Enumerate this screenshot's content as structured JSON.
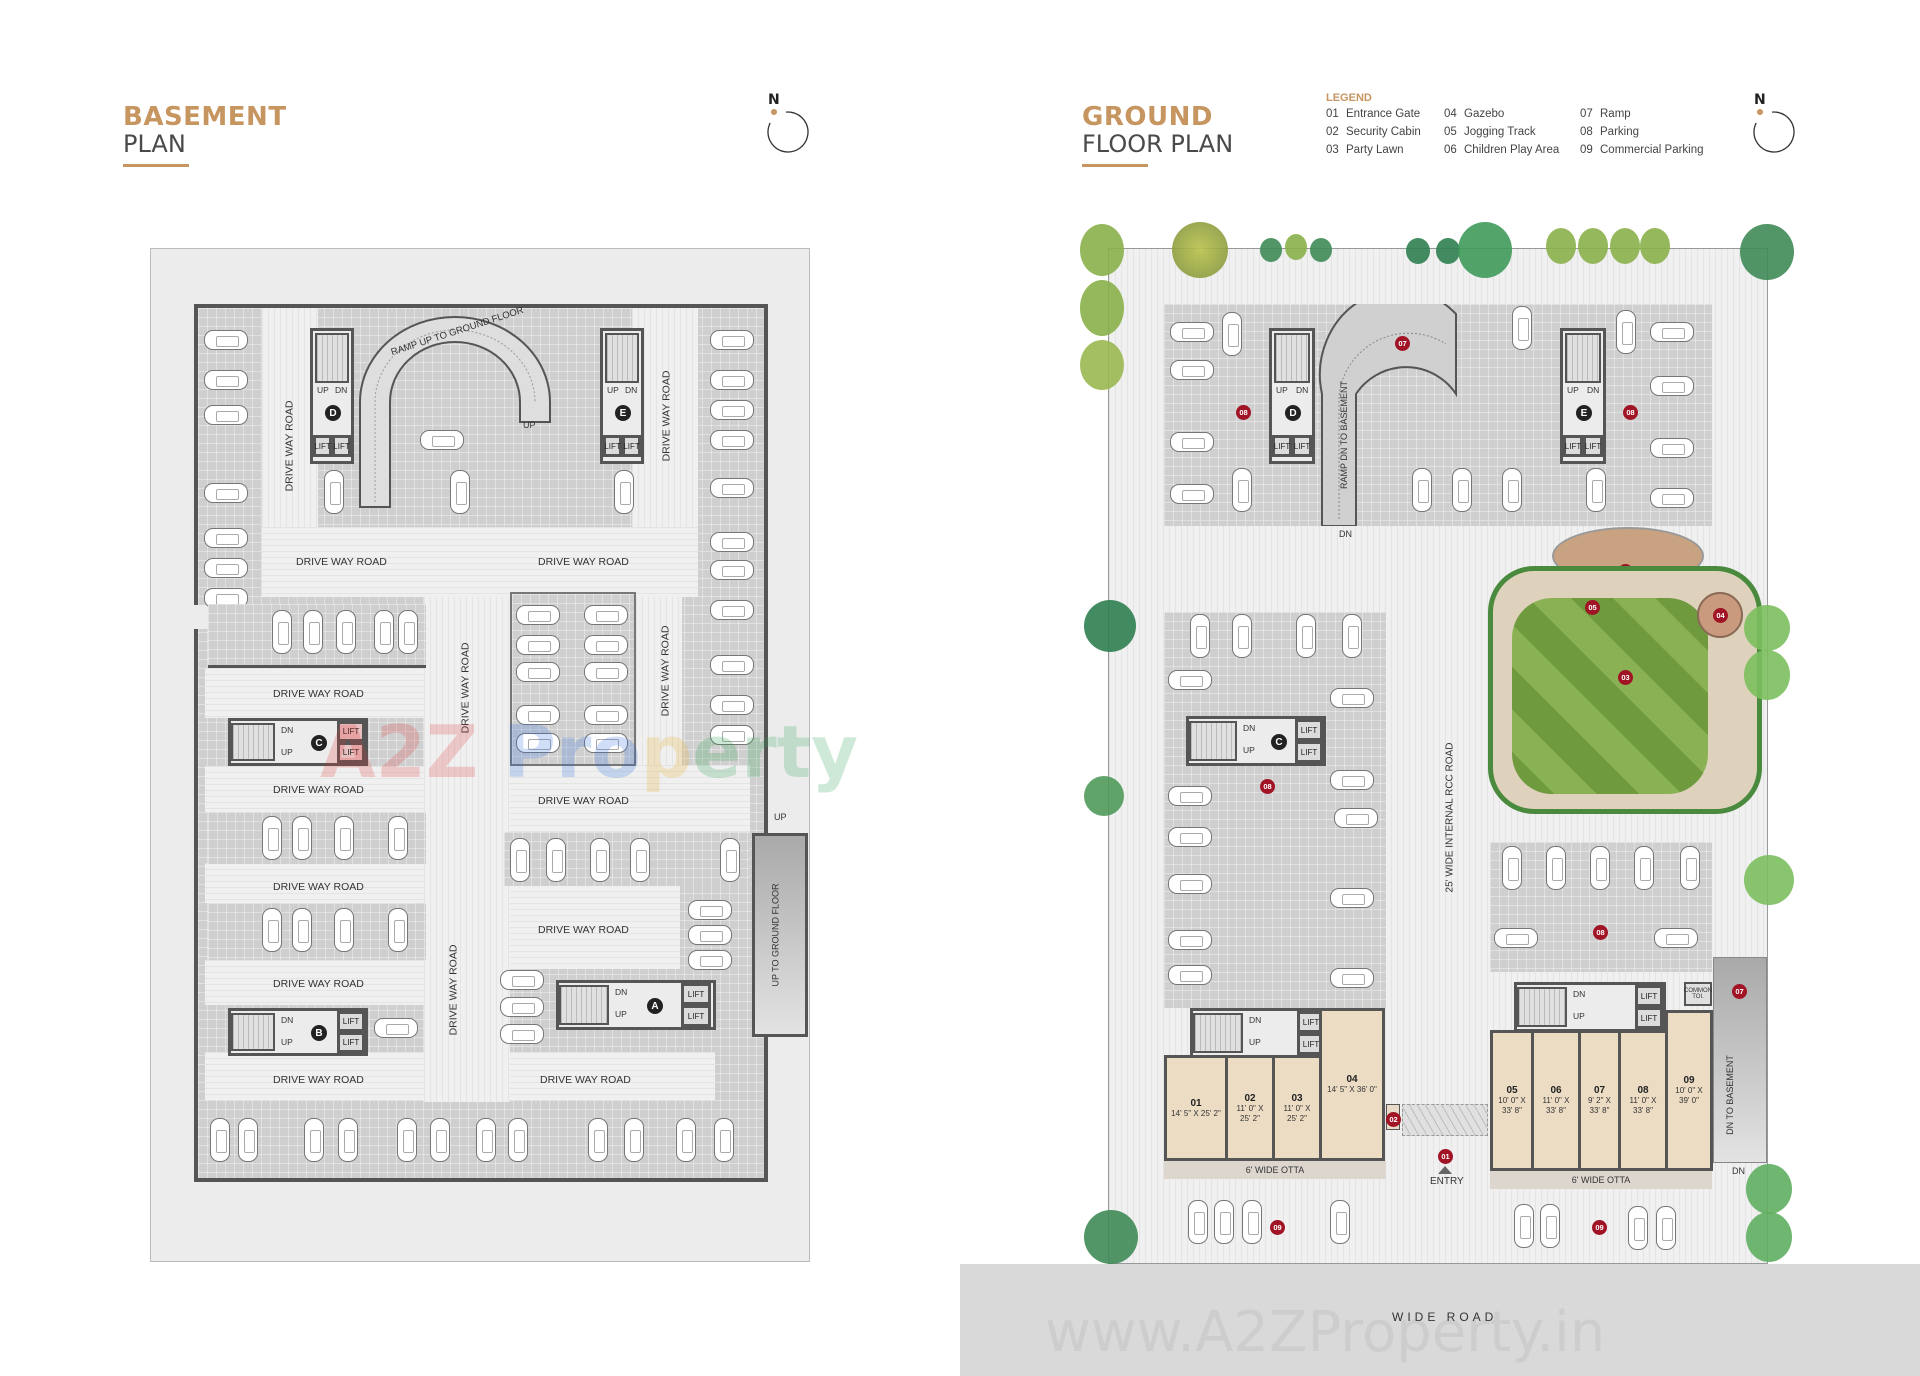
{
  "basement": {
    "title_line1": "BASEMENT",
    "title_line2": "PLAN",
    "north_label": "N",
    "ramp_label": "RAMP UP TO GROUND FLOOR",
    "ramp_up_label": "UP",
    "exit_ramp_label": "UP TO GROUND FLOOR",
    "exit_ramp_up": "UP",
    "drive_way_label": "DRIVE WAY ROAD",
    "cores": [
      {
        "id": "D",
        "up": "UP",
        "dn": "DN",
        "lift": "LIFT"
      },
      {
        "id": "E",
        "up": "UP",
        "dn": "DN",
        "lift": "LIFT"
      },
      {
        "id": "C",
        "up": "UP",
        "dn": "DN",
        "lift": "LIFT"
      },
      {
        "id": "B",
        "up": "UP",
        "dn": "DN",
        "lift": "LIFT"
      },
      {
        "id": "A",
        "up": "UP",
        "dn": "DN",
        "lift": "LIFT"
      }
    ],
    "watermark": "A2Z Property"
  },
  "ground": {
    "title_line1": "GROUND",
    "title_line2": "FLOOR PLAN",
    "north_label": "N",
    "legend": {
      "title": "LEGEND",
      "items": [
        {
          "num": "01",
          "label": "Entrance Gate"
        },
        {
          "num": "04",
          "label": "Gazebo"
        },
        {
          "num": "07",
          "label": "Ramp"
        },
        {
          "num": "02",
          "label": "Security Cabin"
        },
        {
          "num": "05",
          "label": "Jogging Track"
        },
        {
          "num": "08",
          "label": "Parking"
        },
        {
          "num": "03",
          "label": "Party Lawn"
        },
        {
          "num": "06",
          "label": "Children Play Area"
        },
        {
          "num": "09",
          "label": "Commercial Parking"
        }
      ]
    },
    "ramp_label": "RAMP DN TO BASEMENT",
    "ramp_dn": "DN",
    "internal_road_label": "25' WIDE INTERNAL RCC ROAD",
    "dn_to_basement_label": "DN TO BASEMENT",
    "dn_to_basement_dn": "DN",
    "entry_label": "ENTRY",
    "otta_label": "6' WIDE OTTA",
    "road_label": "WIDE ROAD",
    "toilet_label": "TOI.",
    "common_toilet_label": "COMMON TOI.",
    "cores": [
      {
        "id": "D",
        "up": "UP",
        "dn": "DN",
        "lift": "LIFT"
      },
      {
        "id": "E",
        "up": "UP",
        "dn": "DN",
        "lift": "LIFT"
      },
      {
        "id": "C",
        "up": "UP",
        "dn": "DN",
        "lift": "LIFT"
      }
    ],
    "tags": {
      "t01": "01",
      "t02": "02",
      "t03": "03",
      "t04": "04",
      "t05": "05",
      "t06": "06",
      "t07": "07",
      "t08": "08",
      "t09": "09"
    },
    "shops": [
      {
        "no": "01",
        "dim1": "14' 5\" X 25' 2\"",
        "dim2": ""
      },
      {
        "no": "02",
        "dim1": "11' 0\" X",
        "dim2": "25' 2\""
      },
      {
        "no": "03",
        "dim1": "11' 0\" X",
        "dim2": "25' 2\""
      },
      {
        "no": "04",
        "dim1": "14' 5\" X 36' 0\"",
        "dim2": ""
      },
      {
        "no": "05",
        "dim1": "10' 0\" X",
        "dim2": "33' 8\""
      },
      {
        "no": "06",
        "dim1": "11' 0\" X",
        "dim2": "33' 8\""
      },
      {
        "no": "07",
        "dim1": "9' 2\" X",
        "dim2": "33' 8\""
      },
      {
        "no": "08",
        "dim1": "11' 0\" X",
        "dim2": "33' 8\""
      },
      {
        "no": "09",
        "dim1": "10' 0\" X",
        "dim2": "39' 0\""
      }
    ],
    "watermark": "www.A2ZProperty.in"
  },
  "colors": {
    "accent": "#c79560",
    "tag": "#a01426",
    "shop_fill": "#ecdcc4",
    "lawn": "#6f9a3e",
    "tree": "#4f9a5a"
  }
}
